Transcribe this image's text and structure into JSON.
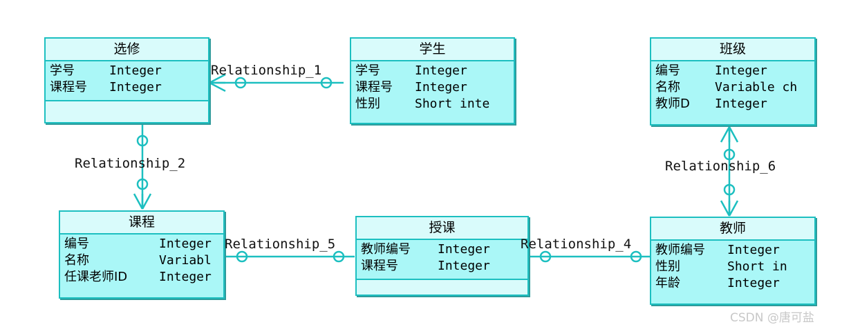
{
  "diagram": {
    "type": "entity-relationship-diagram",
    "entities": [
      {
        "id": "xuanxiu",
        "title": "选修",
        "attributes": [
          {
            "name": "学号",
            "type": "Integer"
          },
          {
            "name": "课程号",
            "type": "Integer"
          }
        ],
        "has_empty_band": true
      },
      {
        "id": "xuesheng",
        "title": "学生",
        "attributes": [
          {
            "name": "学号",
            "type": "Integer"
          },
          {
            "name": "课程号",
            "type": "Integer"
          },
          {
            "name": "性别",
            "type": "Short inte"
          }
        ],
        "has_empty_band": false
      },
      {
        "id": "banji",
        "title": "班级",
        "attributes": [
          {
            "name": "编号",
            "type": "Integer"
          },
          {
            "name": "名称",
            "type": "Variable ch"
          },
          {
            "name": "教师D",
            "type": "Integer"
          }
        ],
        "has_empty_band": false
      },
      {
        "id": "kecheng",
        "title": "课程",
        "attributes": [
          {
            "name": "编号",
            "type": "Integer"
          },
          {
            "name": "名称",
            "type": "Variabl"
          },
          {
            "name": "任课老师ID",
            "type": "Integer"
          }
        ],
        "has_empty_band": false
      },
      {
        "id": "shouke",
        "title": "授课",
        "attributes": [
          {
            "name": "教师编号",
            "type": "Integer"
          },
          {
            "name": "课程号",
            "type": "Integer"
          }
        ],
        "has_empty_band": true
      },
      {
        "id": "jiaoshi",
        "title": "教师",
        "attributes": [
          {
            "name": "教师编号",
            "type": "Integer"
          },
          {
            "name": "性别",
            "type": "Short in"
          },
          {
            "name": "年龄",
            "type": "Integer"
          }
        ],
        "has_empty_band": false
      }
    ],
    "relationships": [
      {
        "id": "rel1",
        "label": "Relationship_1",
        "from": "xuanxiu",
        "to": "xuesheng",
        "orientation": "horizontal"
      },
      {
        "id": "rel2",
        "label": "Relationship_2",
        "from": "xuanxiu",
        "to": "kecheng",
        "orientation": "vertical"
      },
      {
        "id": "rel5",
        "label": "Relationship_5",
        "from": "kecheng",
        "to": "shouke",
        "orientation": "horizontal"
      },
      {
        "id": "rel4",
        "label": "Relationship_4",
        "from": "shouke",
        "to": "jiaoshi",
        "orientation": "horizontal"
      },
      {
        "id": "rel6",
        "label": "Relationship_6",
        "from": "banji",
        "to": "jiaoshi",
        "orientation": "vertical"
      }
    ],
    "colors": {
      "entity_fill": "#aaf7f7",
      "entity_header_fill": "#d9fbfb",
      "entity_border": "#1cbfc0",
      "entity_shadow": "#2e9b9b",
      "connector": "#1cbfc0",
      "text": "#000000",
      "watermark": "#c8c8c8",
      "background": "#ffffff"
    }
  },
  "watermark": {
    "text": "CSDN @唐可盐"
  }
}
